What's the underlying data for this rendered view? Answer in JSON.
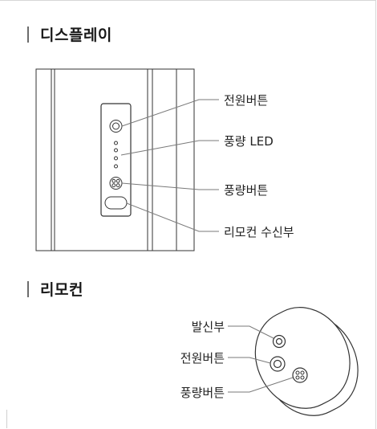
{
  "display_section": {
    "title": "디스플레이",
    "labels": {
      "power_button": "전원버튼",
      "airflow_led": "풍량 LED",
      "airflow_button": "풍량버튼",
      "remote_receiver": "리모컨 수신부"
    }
  },
  "remote_section": {
    "title": "리모컨",
    "labels": {
      "transmitter": "발신부",
      "power_button": "전원버튼",
      "airflow_button": "풍량버튼"
    }
  },
  "colors": {
    "line": "#7a7a7a",
    "accent_bar": "#6c6c6c",
    "text": "#222222"
  }
}
